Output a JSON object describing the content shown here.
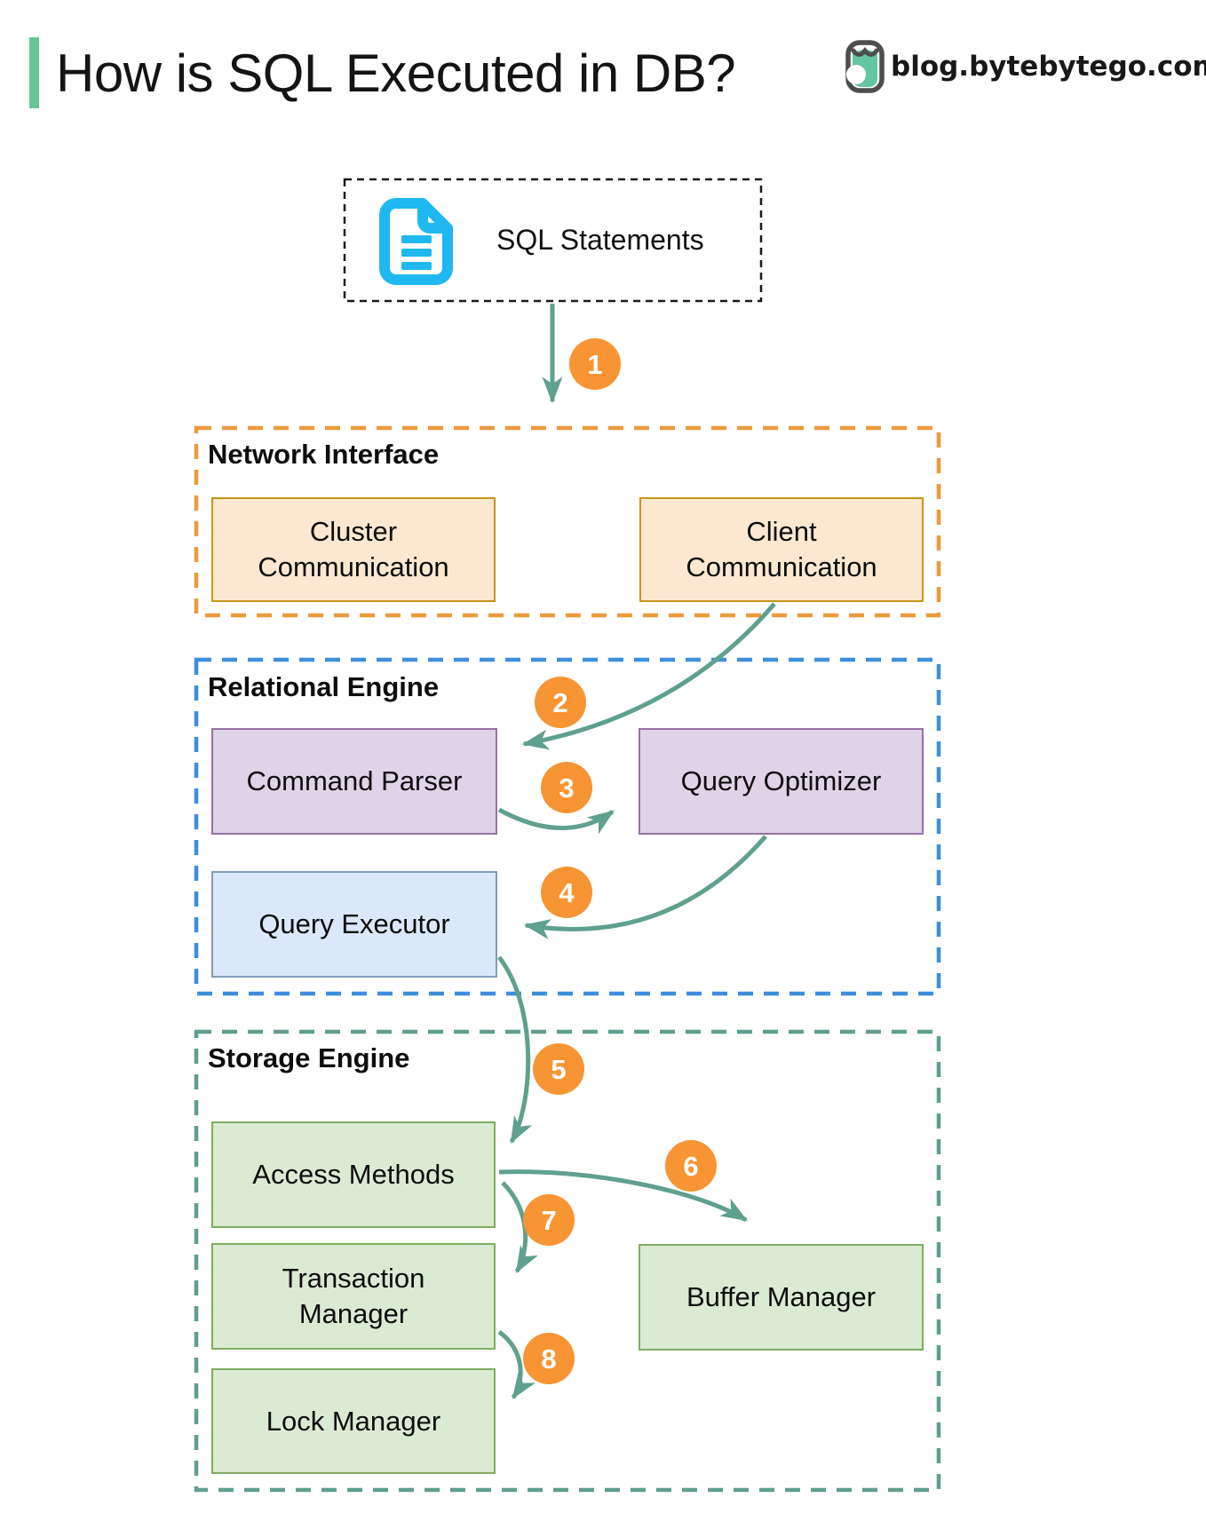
{
  "header": {
    "title": "How is SQL Executed in DB?",
    "site": "blog.bytebytego.com"
  },
  "sql_box": {
    "label": "SQL Statements",
    "icon": "document-icon"
  },
  "steps": [
    "1",
    "2",
    "3",
    "4",
    "5",
    "6",
    "7",
    "8"
  ],
  "sections": {
    "network": {
      "label": "Network Interface",
      "boxes": [
        {
          "label": "Cluster\nCommunication"
        },
        {
          "label": "Client\nCommunication"
        }
      ]
    },
    "relational": {
      "label": "Relational Engine",
      "boxes": [
        {
          "label": "Command Parser"
        },
        {
          "label": "Query Optimizer"
        },
        {
          "label": "Query Executor"
        }
      ]
    },
    "storage": {
      "label": "Storage Engine",
      "boxes": [
        {
          "label": "Access Methods"
        },
        {
          "label": "Transaction\nManager"
        },
        {
          "label": "Lock Manager"
        },
        {
          "label": "Buffer Manager"
        }
      ]
    }
  },
  "flows": [
    {
      "step": "1",
      "from": "SQL Statements",
      "to": "Network Interface"
    },
    {
      "step": "2",
      "from": "Client Communication",
      "to": "Command Parser"
    },
    {
      "step": "3",
      "from": "Command Parser",
      "to": "Query Optimizer"
    },
    {
      "step": "4",
      "from": "Query Optimizer",
      "to": "Query Executor"
    },
    {
      "step": "5",
      "from": "Query Executor",
      "to": "Access Methods"
    },
    {
      "step": "6",
      "from": "Access Methods",
      "to": "Buffer Manager"
    },
    {
      "step": "7",
      "from": "Access Methods",
      "to": "Transaction Manager"
    },
    {
      "step": "8",
      "from": "Transaction Manager",
      "to": "Lock Manager"
    }
  ],
  "colors": {
    "accent_green": "#66C598",
    "arrow_teal": "#5FA08F",
    "badge_orange": "#F79433",
    "network_border": "#EC9A3C",
    "relational_border": "#3E8EDD",
    "storage_border": "#5F9E8F",
    "peach_fill": "#FCE8D1",
    "peach_border": "#C6951D",
    "purple_fill": "#DFD3E8",
    "purple_border": "#9673A6",
    "exec_fill": "#DAE8FA",
    "exec_border": "#7F9DB9",
    "green_fill": "#DBEBD3",
    "green_border": "#7FAE60",
    "doc_icon_cyan": "#1FB8F0"
  }
}
